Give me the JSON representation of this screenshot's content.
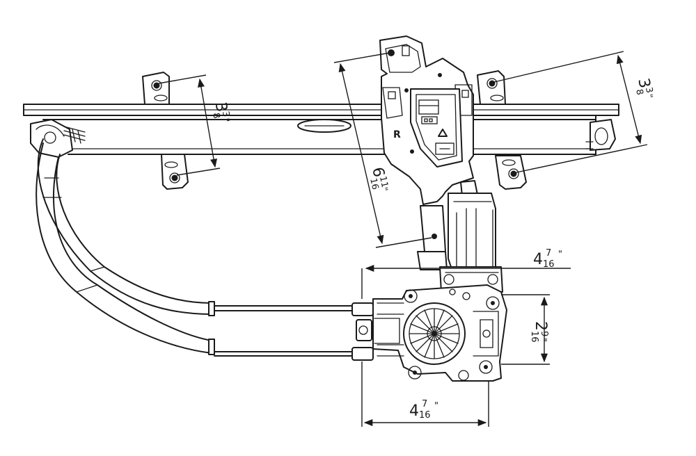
{
  "dimensions": {
    "top_left_height": {
      "whole": "3",
      "num": "3",
      "den": "8",
      "unit": "\""
    },
    "top_right_height": {
      "whole": "3",
      "num": "3",
      "den": "8",
      "unit": "\""
    },
    "diagonal_height": {
      "whole": "6",
      "num": "11",
      "den": "16",
      "unit": "\""
    },
    "motor_width_top": {
      "whole": "4",
      "num": "7",
      "den": "16",
      "unit": "\""
    },
    "motor_width_bottom": {
      "whole": "4",
      "num": "7",
      "den": "16",
      "unit": "\""
    },
    "motor_height": {
      "whole": "2",
      "num": "9",
      "den": "16",
      "unit": "\""
    }
  },
  "bracket_letter": "R"
}
